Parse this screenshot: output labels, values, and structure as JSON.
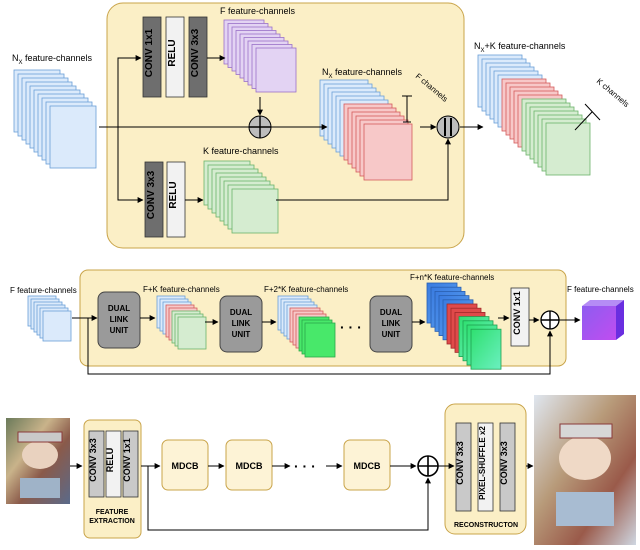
{
  "panel_a": {
    "input_label": "N",
    "input_sub": "X",
    "input_suffix": " feature-channels",
    "top_branch": [
      "CONV 1x1",
      "RELU",
      "CONV 3x3"
    ],
    "f_label": "F feature-channels",
    "k_label": "K feature-channels",
    "bottom_branch": [
      "CONV 3x3",
      "RELU"
    ],
    "mid_label": "N",
    "mid_sub": "X",
    "mid_suffix": " feature-channels",
    "f_channels": "F channels",
    "out_label": "N",
    "out_sub": "X",
    "out_suffix": "+K feature-channels",
    "k_channels": "K channels"
  },
  "panel_b": {
    "in_label": "F feature-channels",
    "unit_label": [
      "DUAL",
      "LINK",
      "UNIT"
    ],
    "s1_label": "F+K feature-channels",
    "s2_label": "F+2*K feature-channels",
    "dots": "· · ·",
    "s3_label": "F+n*K feature-channels",
    "conv": "CONV 1x1",
    "out_label": "F feature-channels"
  },
  "panel_c": {
    "fe_ops": [
      "CONV 3x3",
      "RELU",
      "CONV 1x1"
    ],
    "fe_title": [
      "FEATURE",
      "EXTRACTION"
    ],
    "block": "MDCB",
    "dots": "· · ·",
    "rc_ops": [
      "CONV 3x3",
      "PIXEL-SHUFFLE x2",
      "CONV 3x3"
    ],
    "rc_title": "RECONSTRUCTON"
  },
  "colors": {
    "panel_fill": "#fbefc6",
    "panel_stroke": "#c9a44a",
    "blue": "#dbeafb",
    "blue_edge": "#6a9fd8",
    "red": "#f7c8c8",
    "red_edge": "#d45b5b",
    "green": "#d5ecd0",
    "green_edge": "#6bb36a",
    "purple": "#e3d3f3",
    "purple_edge": "#9a70c8"
  }
}
